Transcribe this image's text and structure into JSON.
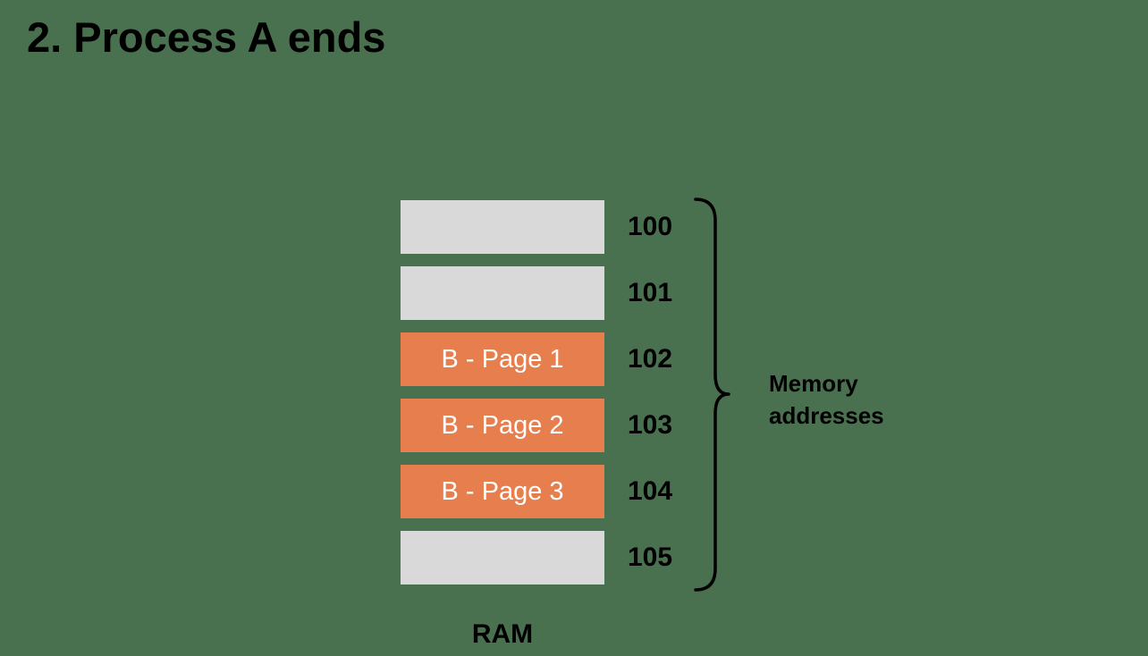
{
  "slide": {
    "title": "2. Process A ends",
    "background_color": "#4A714F"
  },
  "colors": {
    "free": "#D9D9D9",
    "process_b": "#E67E4D",
    "text": "#000000",
    "block_text": "#FFFFFF"
  },
  "ram": {
    "label": "RAM",
    "rows": [
      {
        "label": "",
        "address": "100",
        "fill": "free"
      },
      {
        "label": "",
        "address": "101",
        "fill": "free"
      },
      {
        "label": "B - Page 1",
        "address": "102",
        "fill": "process_b"
      },
      {
        "label": "B - Page 2",
        "address": "103",
        "fill": "process_b"
      },
      {
        "label": "B - Page 3",
        "address": "104",
        "fill": "process_b"
      },
      {
        "label": "",
        "address": "105",
        "fill": "free"
      }
    ]
  },
  "annotation": {
    "line1": "Memory",
    "line2": "addresses"
  }
}
